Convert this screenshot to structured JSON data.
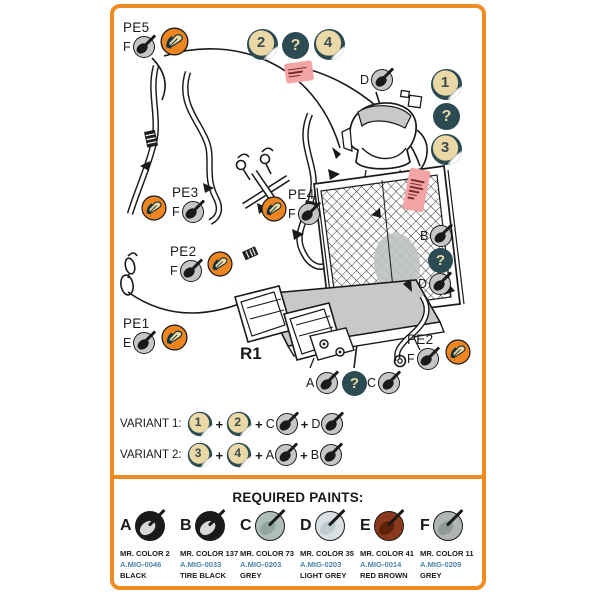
{
  "colors": {
    "frame_orange": "#F08A21",
    "teal": "#2B4A52",
    "tan": "#EAD9A6",
    "brush_grey": "#C6C6C6",
    "pe_orange": "#EE8520",
    "placard_pink": "#F2A5A3",
    "mig_blue": "#4E84A8"
  },
  "plus": "+",
  "diagram": {
    "part_label": "R1",
    "question": "?",
    "pe_callouts": [
      {
        "label": "PE5",
        "paint_letter": "F"
      },
      {
        "label": "PE3",
        "paint_letter": "F"
      },
      {
        "label": "PE4",
        "paint_letter": "F"
      },
      {
        "label": "PE2",
        "paint_letter": "F"
      },
      {
        "label": "PE1",
        "paint_letter": "E"
      },
      {
        "label": "PE2",
        "paint_letter": "F"
      }
    ],
    "top_decals": [
      "2",
      "4"
    ],
    "right_decals": [
      "1",
      "3"
    ],
    "paint_callouts": {
      "top": "D",
      "right_top": "B",
      "right_bottom": "D",
      "bottom_left": "A",
      "bottom_right": "C"
    }
  },
  "variants": [
    {
      "label": "VARIANT 1:",
      "decal1": "1",
      "decal2": "2",
      "paint1": "C",
      "paint2": "D"
    },
    {
      "label": "VARIANT 2:",
      "decal1": "3",
      "decal2": "4",
      "paint1": "A",
      "paint2": "B"
    }
  ],
  "required_paints": {
    "title": "REQUIRED PAINTS:",
    "items": [
      {
        "letter": "A",
        "name": "MR. COLOR 2",
        "mig": "A.MIG-0046",
        "color_name": "BLACK",
        "circle": "#1A1A1A",
        "style": "--c:#1A1A1A;--h:#D9D9D9"
      },
      {
        "letter": "B",
        "name": "MR. COLOR 137",
        "mig": "A.MIG-0033",
        "color_name": "TIRE BLACK",
        "circle": "#1A1A1A",
        "style": "--c:#1A1A1A;--h:#D9D9D9"
      },
      {
        "letter": "C",
        "name": "MR. COLOR 73",
        "mig": "A.MIG-0203",
        "color_name": "GREY",
        "circle": "#AEBEBA",
        "style": "--c:#AEBEBA;--h:#93A5A0"
      },
      {
        "letter": "D",
        "name": "MR. COLOR 35",
        "mig": "A.MIG-0203",
        "color_name": "LIGHT GREY",
        "circle": "#D9E0E3",
        "style": "--c:#D9E0E3;--h:#BECBD1"
      },
      {
        "letter": "E",
        "name": "MR. COLOR 41",
        "mig": "A.MIG-0014",
        "color_name": "RED BROWN",
        "circle": "#8A3A1C",
        "style": "--c:#8A3A1C;--h:#5E2208"
      },
      {
        "letter": "F",
        "name": "MR. COLOR 11",
        "mig": "A.MIG-0209",
        "color_name": "GREY",
        "circle": "#AFB5B3",
        "style": "--c:#AFB5B3;--h:#8F9995"
      }
    ]
  }
}
